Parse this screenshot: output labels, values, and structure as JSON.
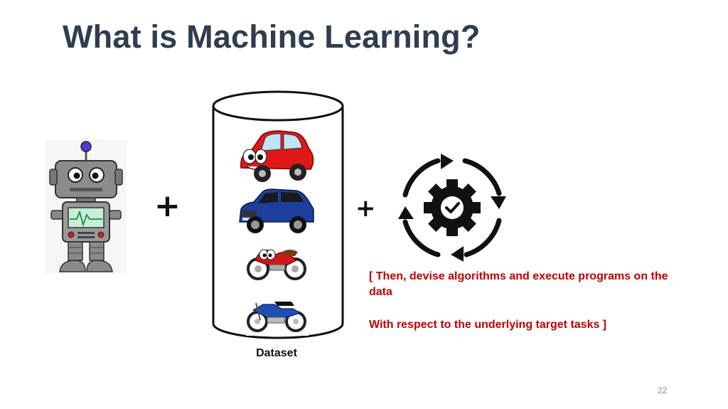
{
  "slide": {
    "title": "What is Machine Learning?",
    "plus_symbol": "+",
    "dataset_label": "Dataset",
    "note_line1": "[ Then, devise algorithms and execute programs on the data",
    "note_line2": "With respect to the underlying target tasks ]",
    "page_number": "22"
  },
  "images": {
    "robot": "robot-illustration",
    "vehicles": [
      "red-cartoon-car",
      "blue-suv",
      "red-cartoon-motorcycle",
      "blue-motorcycle"
    ],
    "process": "gear-cycle-icon"
  },
  "colors": {
    "title": "#2e3d4f",
    "note": "#c00000",
    "page_number": "#8a8a8a"
  }
}
